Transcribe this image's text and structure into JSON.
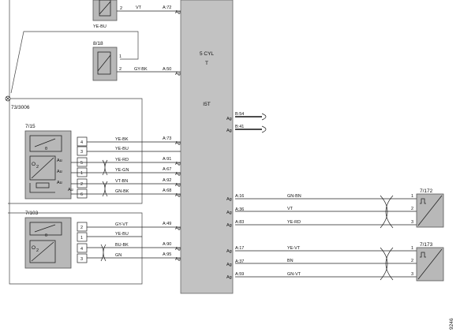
{
  "ecm": {
    "title": "5 CYL",
    "subtitle": "T",
    "label": "I5T"
  },
  "connector_pin": "Ag",
  "auxiliary_pin": "Au",
  "components": {
    "top_relay": {
      "color": "YE-BU",
      "pin": "2",
      "wire_color": "VT",
      "ecm_pin": "A:72"
    },
    "relay_818": {
      "id": "8/18",
      "pins": [
        "1",
        "2"
      ],
      "wire_color": "GY-BK",
      "ecm_pin": "A:50"
    },
    "ground_point": {
      "id": "73/3006"
    },
    "sensor_715": {
      "id": "7/15",
      "theta": "θ",
      "o2": "O",
      "o2_sub": "2",
      "pins": [
        "4",
        "3",
        "5",
        "1",
        "2",
        "6"
      ],
      "wires": [
        {
          "color": "YE-BK",
          "ecm_pin": "A:73"
        },
        {
          "color": "YE-BU",
          "ecm_pin": ""
        },
        {
          "color": "YE-RD",
          "ecm_pin": "A:91"
        },
        {
          "color": "YE-GN",
          "ecm_pin": "A:67"
        },
        {
          "color": "VT-BN",
          "ecm_pin": "A:92"
        },
        {
          "color": "GN-BK",
          "ecm_pin": "A:68"
        }
      ]
    },
    "sensor_7103": {
      "id": "7/103",
      "theta": "θ",
      "o2": "O",
      "o2_sub": "2",
      "pins": [
        "2",
        "1",
        "4",
        "3"
      ],
      "wires": [
        {
          "color": "GY-VT",
          "ecm_pin": "A:49"
        },
        {
          "color": "YE-BU",
          "ecm_pin": ""
        },
        {
          "color": "BU-BK",
          "ecm_pin": "A:90"
        },
        {
          "color": "GN",
          "ecm_pin": "A:95"
        }
      ]
    },
    "b_pins": [
      "B:54",
      "B:41"
    ],
    "sensor_7172": {
      "id": "7/172",
      "pins": [
        "1",
        "2",
        "3"
      ],
      "wires": [
        {
          "color": "GN-BN",
          "ecm_pin": "A:16"
        },
        {
          "color": "VT",
          "ecm_pin": "A:36"
        },
        {
          "color": "YE-RD",
          "ecm_pin": "A:83"
        }
      ]
    },
    "sensor_7173": {
      "id": "7/173",
      "pins": [
        "1",
        "2",
        "3"
      ],
      "wires": [
        {
          "color": "YE-VT",
          "ecm_pin": "A:17"
        },
        {
          "color": "BN",
          "ecm_pin": "A:37"
        },
        {
          "color": "GN-VT",
          "ecm_pin": "A:59"
        }
      ]
    }
  },
  "figure_number": "9246"
}
